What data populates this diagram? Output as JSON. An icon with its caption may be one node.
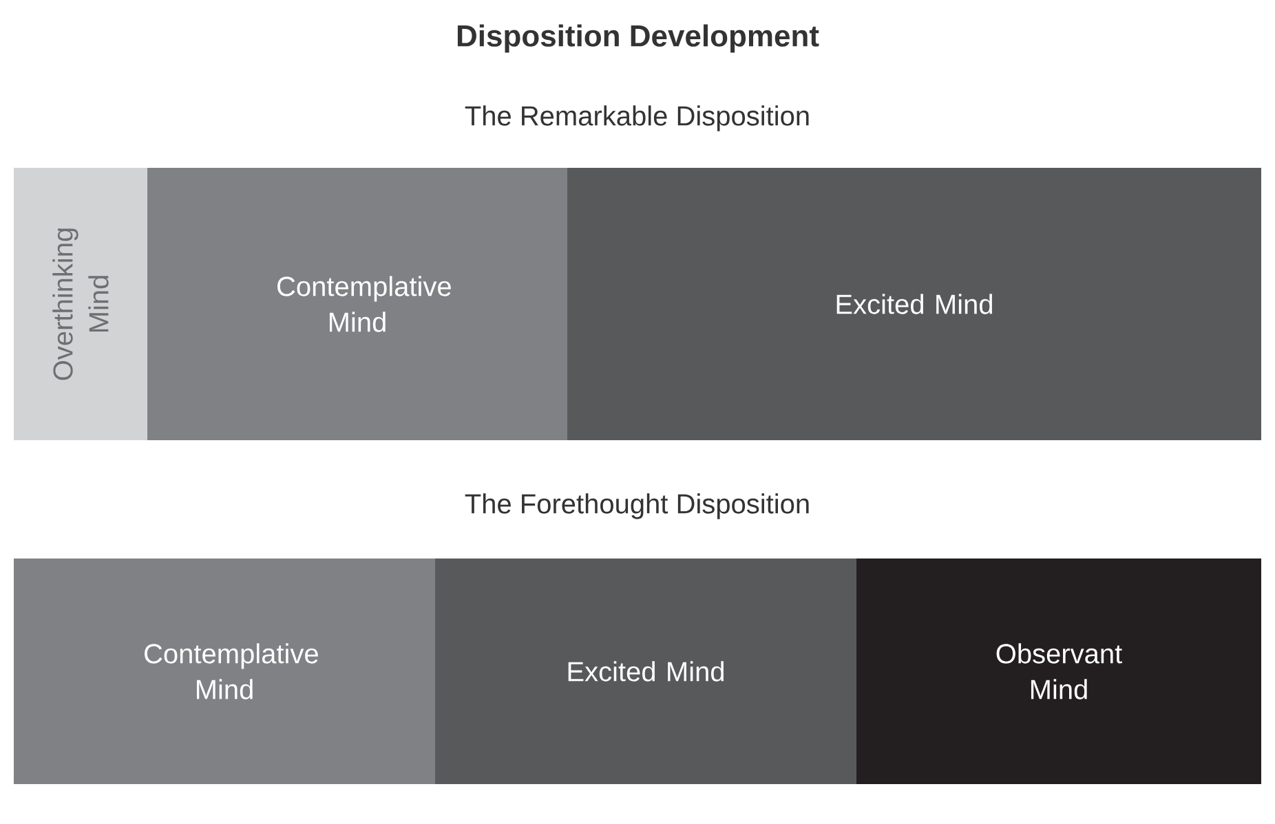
{
  "diagram": {
    "title": "Disposition Development",
    "nodes": [
      {
        "text": [
          "Overthinking Mind"
        ]
      },
      {
        "text": [
          "Contemplative Mind"
        ]
      },
      {
        "text": [
          "Excited Mind"
        ]
      },
      {
        "text": [
          "Contemplative Mind"
        ]
      },
      {
        "text": [
          "Excited Mind"
        ]
      },
      {
        "text": [
          "Observant Mind"
        ]
      }
    ],
    "labels": [
      "The Remarkable Disposition",
      "The Forethought Disposition"
    ]
  }
}
